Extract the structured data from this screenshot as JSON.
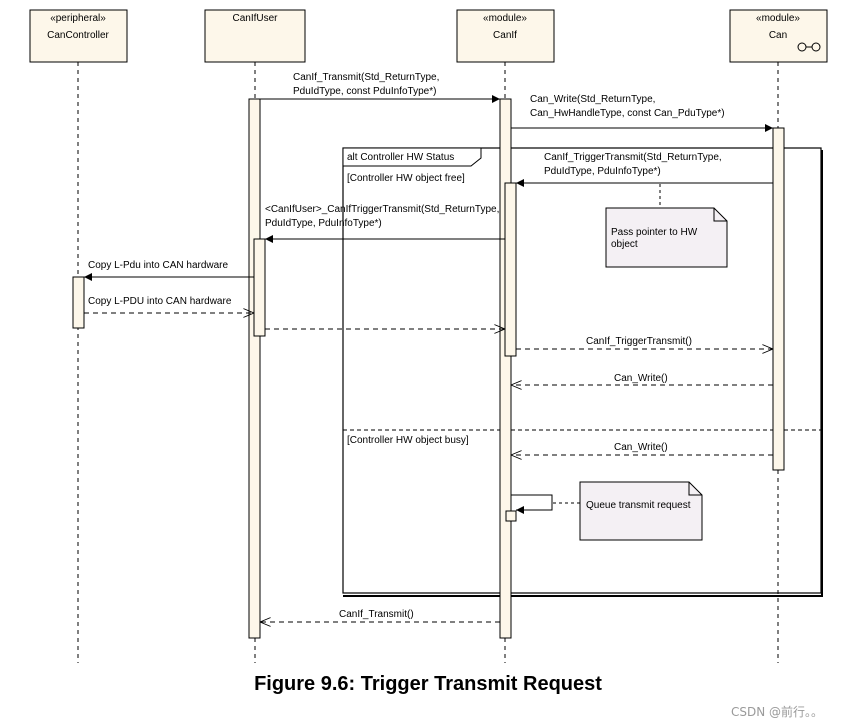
{
  "lifelines": {
    "can_controller": {
      "stereotype": "«peripheral»",
      "name": "CanController"
    },
    "canif_user": {
      "stereotype": "",
      "name": "CanIfUser"
    },
    "canif": {
      "stereotype": "«module»",
      "name": "CanIf"
    },
    "can": {
      "stereotype": "«module»",
      "name": "Can"
    }
  },
  "messages": {
    "m1": [
      "CanIf_Transmit(Std_ReturnType,",
      "PduIdType, const PduInfoType*)"
    ],
    "m2": [
      "Can_Write(Std_ReturnType,",
      "Can_HwHandleType, const Can_PduType*)"
    ],
    "m3": [
      "CanIf_TriggerTransmit(Std_ReturnType,",
      "PduIdType, PduInfoType*)"
    ],
    "m4": [
      "<CanIfUser>_CanIfTriggerTransmit(Std_ReturnType,",
      "PduIdType, PduInfoType*)"
    ],
    "m5": "Copy L-Pdu into CAN hardware",
    "m6": "Copy L-PDU into CAN hardware",
    "m7": "CanIf_TriggerTransmit()",
    "m8": "Can_Write()",
    "m9": "Can_Write()",
    "m10": "CanIf_Transmit()"
  },
  "fragment": {
    "label": "alt Controller HW Status",
    "guard1": "[Controller HW object free]",
    "guard2": "[Controller HW object busy]"
  },
  "notes": {
    "n1": [
      "Pass pointer to HW",
      "object"
    ],
    "n2": "Queue transmit request"
  },
  "caption": "Figure 9.6: Trigger Transmit Request",
  "watermark": "CSDN @前行。。"
}
